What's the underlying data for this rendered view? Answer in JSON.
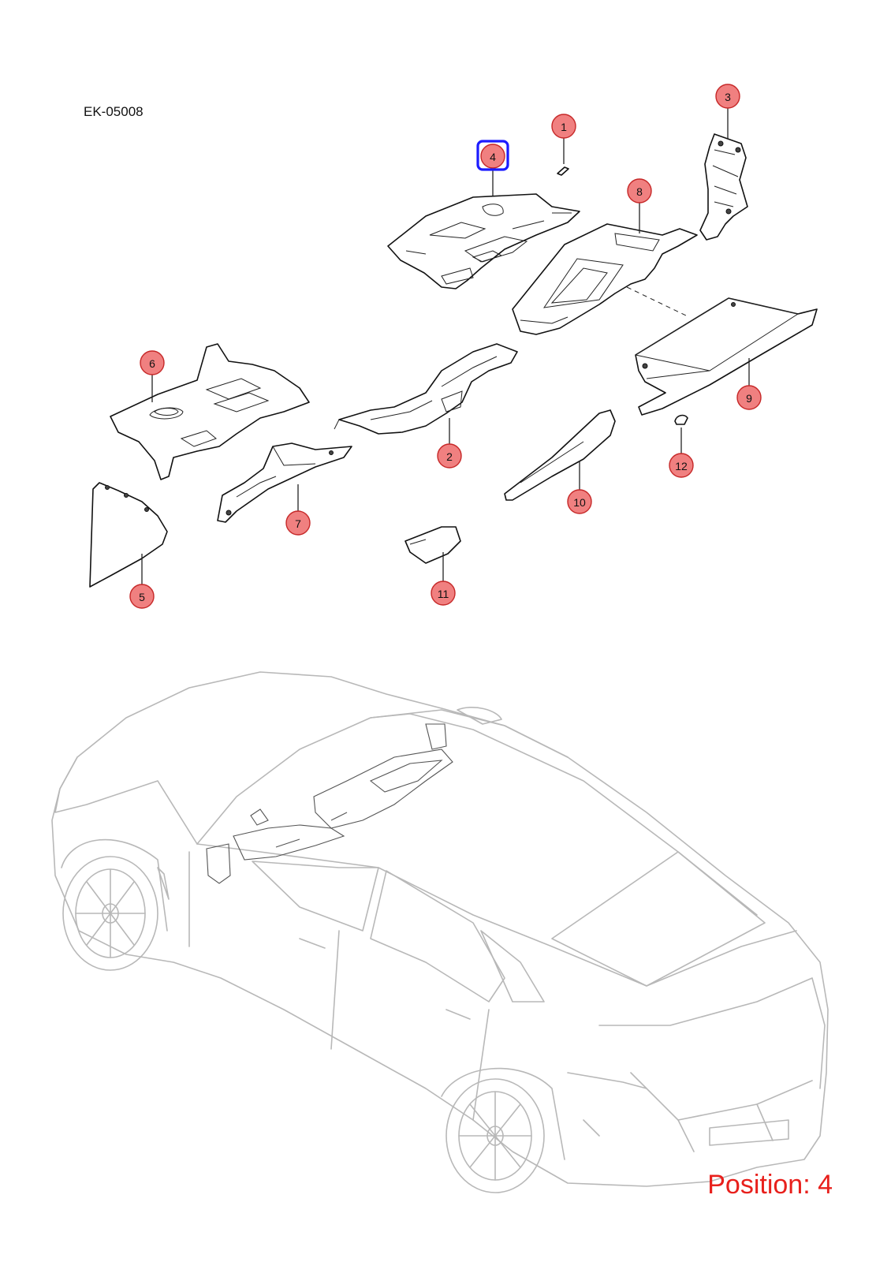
{
  "diagram": {
    "code": "EK-05008",
    "position_label": "Position: 4",
    "selected_callout": "4",
    "callouts": [
      {
        "id": "1",
        "label": "1"
      },
      {
        "id": "2",
        "label": "2"
      },
      {
        "id": "3",
        "label": "3"
      },
      {
        "id": "4",
        "label": "4"
      },
      {
        "id": "5",
        "label": "5"
      },
      {
        "id": "6",
        "label": "6"
      },
      {
        "id": "7",
        "label": "7"
      },
      {
        "id": "8",
        "label": "8"
      },
      {
        "id": "9",
        "label": "9"
      },
      {
        "id": "10",
        "label": "10"
      },
      {
        "id": "11",
        "label": "11"
      },
      {
        "id": "12",
        "label": "12"
      }
    ],
    "colors": {
      "callout_fill": "#f08080",
      "callout_stroke": "#c62828",
      "highlight": "#1c1cff",
      "position_text": "#e8201c",
      "car_outline": "#b8b8b8"
    }
  }
}
